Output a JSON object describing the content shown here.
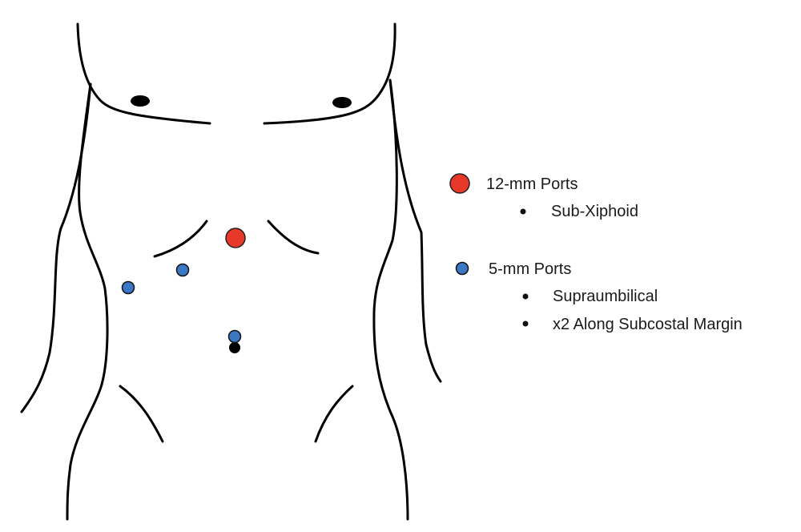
{
  "colors": {
    "port_12mm": "#e8382a",
    "port_5mm": "#3a78c4",
    "outline": "#000000"
  },
  "legend": {
    "groups": [
      {
        "label": "12-mm Ports",
        "items": [
          "Sub-Xiphoid"
        ]
      },
      {
        "label": "5-mm Ports",
        "items": [
          "Supraumbilical",
          "x2 Along Subcostal Margin"
        ]
      }
    ]
  }
}
